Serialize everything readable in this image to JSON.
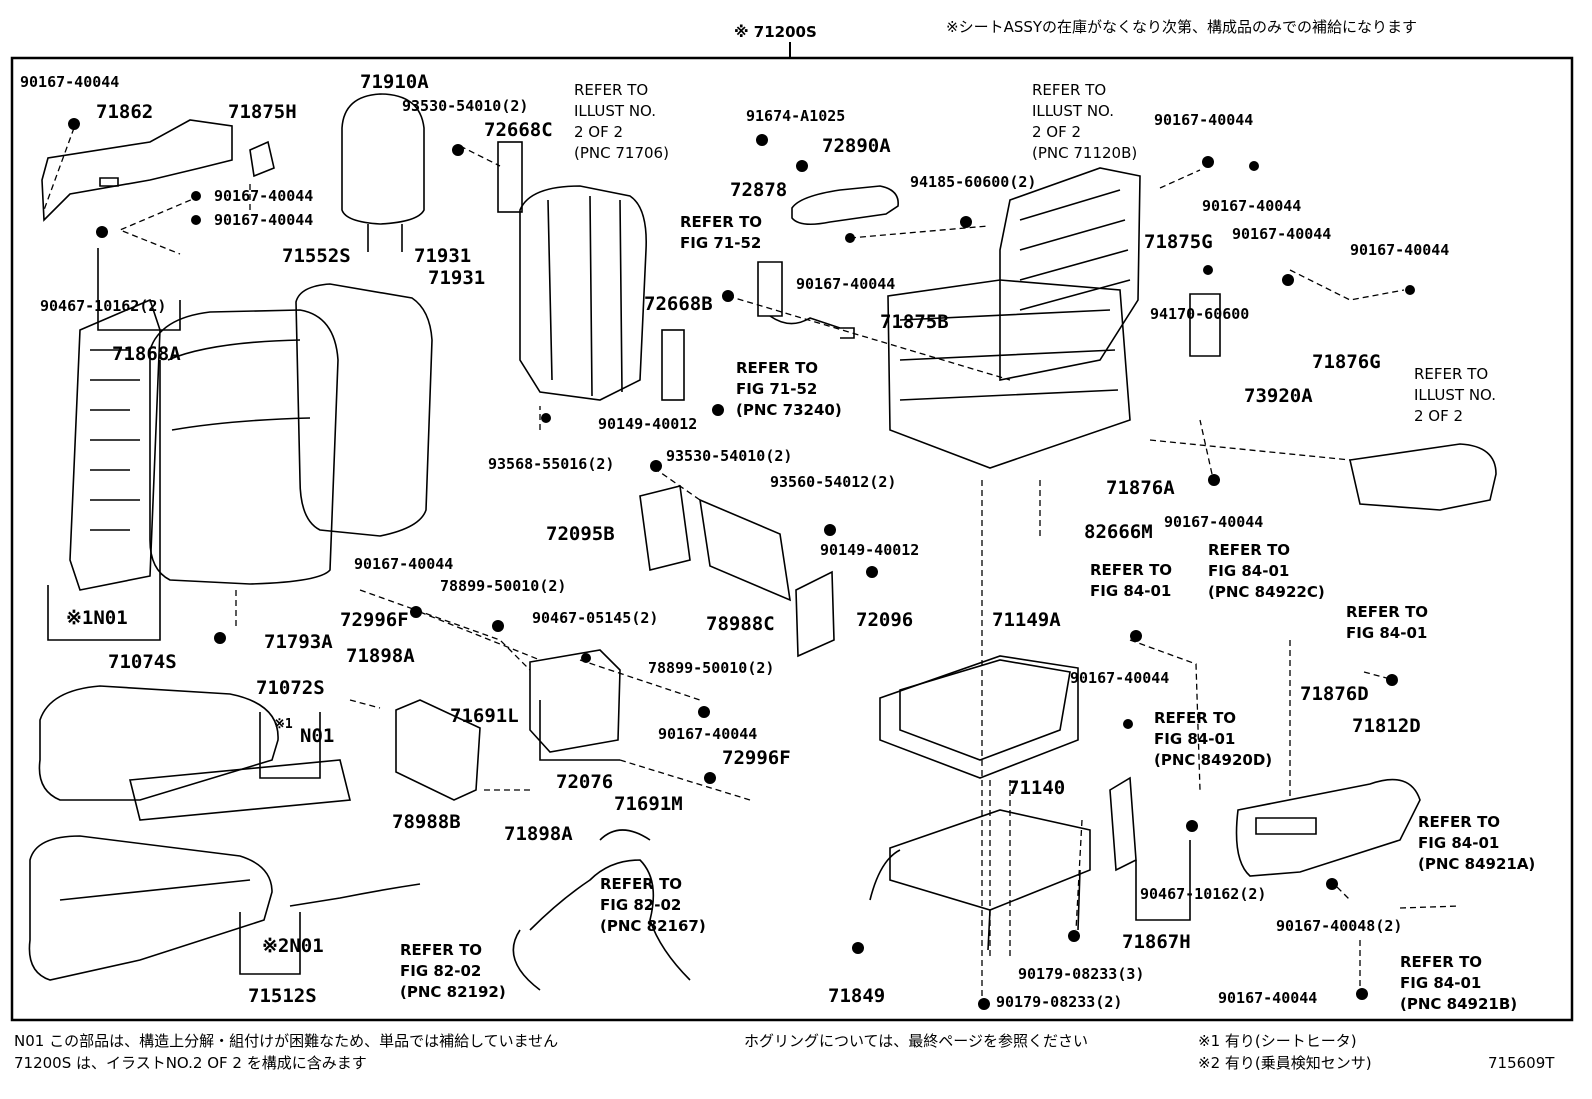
{
  "header": {
    "assembly": "※ 71200S",
    "notice": "※シートASSYの在庫がなくなり次第、構成品のみでの補給になります"
  },
  "labels": {
    "l01": "90167-40044",
    "l02": "71862",
    "l03": "71875H",
    "l04": "90167-40044",
    "l05": "90167-40044",
    "l06": "90467-10162(2)",
    "l07": "71868A",
    "l08": "71910A",
    "l09": "93530-54010(2)",
    "l10": "72668C",
    "l11": "71931",
    "l12": "71931",
    "l13": "71552S",
    "l14": "※1N01",
    "l15": "71074S",
    "l16": "71793A",
    "l17": "90167-40044",
    "l18": "72996F",
    "l19": "78899-50010(2)",
    "l20": "71898A",
    "l21": "71691L",
    "l22": "90467-05145(2)",
    "l23": "78988B",
    "l24": "71898A",
    "l25": "72076",
    "l26": "78899-50010(2)",
    "l27": "90167-40044",
    "l28": "72996F",
    "l29": "71691M",
    "l30": "71072S",
    "l31": "※1",
    "l32": "N01",
    "l33": "※2N01",
    "l34": "71512S",
    "l35": "91674-A1025",
    "l36": "72878",
    "l37": "72890A",
    "l38": "90167-40044",
    "l39": "71875B",
    "l40": "72668B",
    "l41": "93568-55016(2)",
    "l42": "90149-40012",
    "l43": "93530-54010(2)",
    "l44": "93560-54012(2)",
    "l45": "72095B",
    "l46": "90149-40012",
    "l47": "72096",
    "l48": "78988C",
    "l49": "94185-60600(2)",
    "l50": "90167-40044",
    "l51": "90167-40044",
    "l52": "71875G",
    "l53": "90167-40044",
    "l54": "90167-40044",
    "l55": "94170-60600",
    "l56": "71876G",
    "l57": "73920A",
    "l58": "71876A",
    "l59": "90167-40044",
    "l60": "82666M",
    "l61": "71149A",
    "l62": "71140",
    "l63": "90167-40044",
    "l64": "90467-10162(2)",
    "l65": "71867H",
    "l66": "90179-08233(3)",
    "l67": "90179-08233(2)",
    "l68": "71849",
    "l69": "71876D",
    "l70": "71812D",
    "l71": "90167-40048(2)",
    "l72": "90167-40044"
  },
  "refs": {
    "r01": "REFER TO\nILLUST NO.\n2 OF 2\n(PNC 71706)",
    "r02": "REFER TO\nFIG 71-52",
    "r03": "REFER TO\nFIG 71-52\n(PNC 73240)",
    "r04": "REFER TO\nILLUST NO.\n2 OF 2\n(PNC 71120B)",
    "r05": "REFER TO\nILLUST NO.\n2 OF 2",
    "r06": "REFER TO\nFIG 84-01",
    "r07": "REFER TO\nFIG 84-01\n(PNC 84922C)",
    "r08": "REFER TO\nFIG 84-01",
    "r09": "REFER TO\nFIG 84-01\n(PNC 84920D)",
    "r10": "REFER TO\nFIG 84-01\n(PNC 84921A)",
    "r11": "REFER TO\nFIG 84-01\n(PNC 84921B)",
    "r12": "REFER TO\nFIG 82-02\n(PNC 82167)",
    "r13": "REFER TO\nFIG 82-02\n(PNC 82192)"
  },
  "footer": {
    "n1": "N01 この部品は、構造上分解・組付けが困難なため、単品では補給していません",
    "n2": "71200S は、イラストNO.2 OF 2 を構成に含みます",
    "n3": "ホグリングについては、最終ページを参照ください",
    "n4": "※1  有り(シートヒータ)",
    "n5": "※2  有り(乗員検知センサ)",
    "code": "715609T"
  }
}
